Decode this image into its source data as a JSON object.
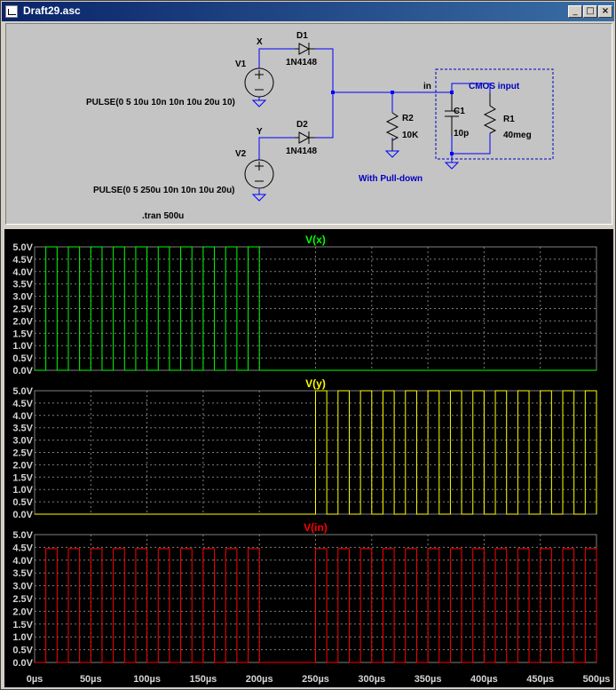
{
  "window": {
    "title": "Draft29.asc",
    "buttons": {
      "minimize": "_",
      "maximize": "□",
      "close": "×"
    }
  },
  "schematic": {
    "net_labels": {
      "x": "X",
      "y": "Y",
      "in": "in"
    },
    "components": {
      "v1": {
        "name": "V1",
        "value": "PULSE(0 5 10u 10n 10n 10u 20u 10)"
      },
      "v2": {
        "name": "V2",
        "value": "PULSE(0 5 250u 10n 10n 10u 20u)"
      },
      "d1": {
        "name": "D1",
        "value": "1N4148"
      },
      "d2": {
        "name": "D2",
        "value": "1N4148"
      },
      "r2": {
        "name": "R2",
        "value": "10K"
      },
      "c1": {
        "name": "C1",
        "value": "10p"
      },
      "r1": {
        "name": "R1",
        "value": "40meg"
      }
    },
    "comments": {
      "cmos": "CMOS input",
      "pulldown": "With Pull-down"
    },
    "directive": ".tran 500u",
    "colors": {
      "wire": "#0000ff",
      "text": "#000000",
      "comment": "#0000c0"
    }
  },
  "waveforms": {
    "x_ticks": [
      "0µs",
      "50µs",
      "100µs",
      "150µs",
      "200µs",
      "250µs",
      "300µs",
      "350µs",
      "400µs",
      "450µs",
      "500µs"
    ],
    "y_ticks": [
      "5.0V",
      "4.5V",
      "4.0V",
      "3.5V",
      "3.0V",
      "2.5V",
      "2.0V",
      "1.5V",
      "1.0V",
      "0.5V",
      "0.0V"
    ],
    "colors": {
      "grid": "#808080",
      "axis_text": "#d4d4d4"
    }
  },
  "chart_data": [
    {
      "type": "line",
      "title": "V(x)",
      "color": "#00ff00",
      "xlabel": "",
      "ylabel": "",
      "xlim": [
        0,
        500
      ],
      "ylim": [
        0,
        5
      ],
      "series": [
        {
          "name": "V(x)",
          "pulse": {
            "low": 0,
            "high": 5,
            "delay_us": 10,
            "on_us": 10,
            "period_us": 20,
            "cycles": 10
          }
        }
      ]
    },
    {
      "type": "line",
      "title": "V(y)",
      "color": "#ffff00",
      "xlabel": "",
      "ylabel": "",
      "xlim": [
        0,
        500
      ],
      "ylim": [
        0,
        5
      ],
      "series": [
        {
          "name": "V(y)",
          "pulse": {
            "low": 0,
            "high": 5,
            "delay_us": 250,
            "on_us": 10,
            "period_us": 20,
            "cycles": 13
          }
        }
      ]
    },
    {
      "type": "line",
      "title": "V(in)",
      "color": "#ff0000",
      "xlabel": "",
      "ylabel": "",
      "xlim": [
        0,
        500
      ],
      "ylim": [
        0,
        5
      ],
      "series": [
        {
          "name": "V(in)",
          "pulses": [
            {
              "low": 0,
              "high": 4.45,
              "delay_us": 10,
              "on_us": 10,
              "period_us": 20,
              "cycles": 10
            },
            {
              "low": 0,
              "high": 4.45,
              "delay_us": 250,
              "on_us": 10,
              "period_us": 20,
              "cycles": 13
            }
          ]
        }
      ]
    }
  ]
}
